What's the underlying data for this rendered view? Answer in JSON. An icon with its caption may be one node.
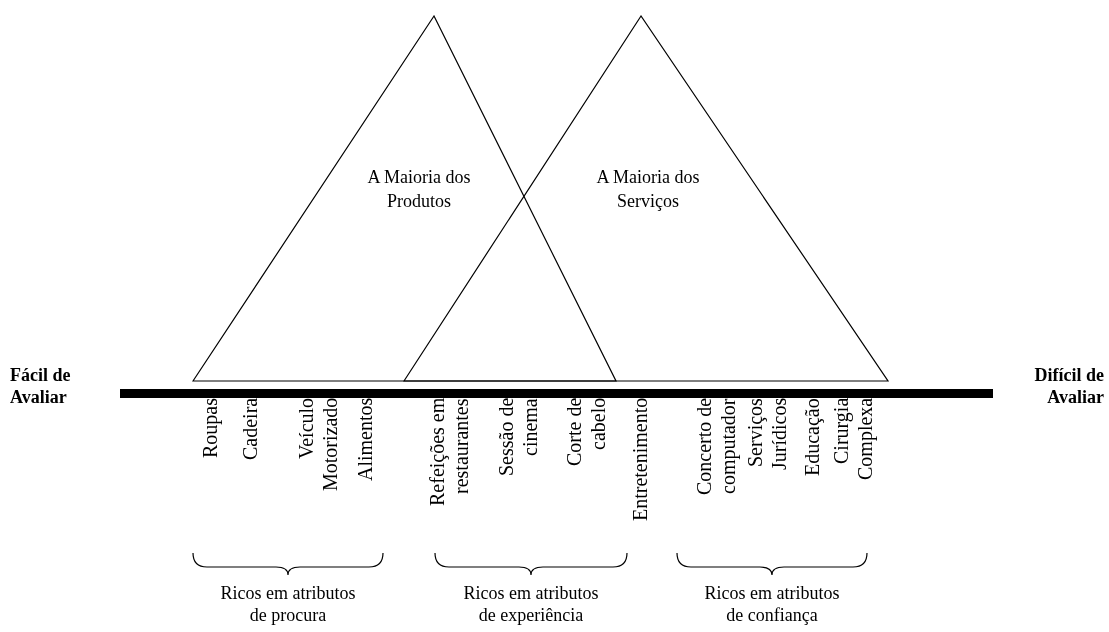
{
  "diagram": {
    "nodes": [
      {
        "text": [
          "A Maioria dos Produtos"
        ]
      },
      {
        "text": [
          "A Maioria dos Serviços"
        ]
      }
    ],
    "labels": [
      "Fácil de Avaliar",
      "Difícil de Avaliar",
      "Roupas",
      "Cadeira",
      "Veículo Motorizado",
      "Alimentos",
      "Refeições em restaurantes",
      "Sessão de cinema",
      "Corte de cabelo",
      "Entretenimento",
      "Concerto de computador",
      "Serviços Jurídicos",
      "Educação",
      "Cirurgia Complexa",
      "Ricos em atributos de procura",
      "Ricos em atributos de experiência",
      "Ricos em atributos de confiança"
    ]
  }
}
